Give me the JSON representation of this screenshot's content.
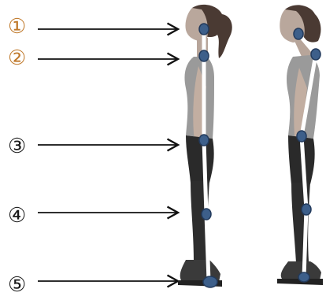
{
  "labels": [
    {
      "text": "①",
      "color": "#c07a2c"
    },
    {
      "text": "②",
      "color": "#c07a2c"
    },
    {
      "text": "③",
      "color": "#1a1a1a"
    },
    {
      "text": "④",
      "color": "#1a1a1a"
    },
    {
      "text": "⑤",
      "color": "#1a1a1a"
    }
  ],
  "colors": {
    "arrow": "#111111",
    "marker_fill": "#3d5f8a",
    "marker_ring": "#223a5c",
    "alignment_line": "#ffffff"
  },
  "figures": {
    "left": "standing-figure-aligned",
    "right": "standing-figure-forward-head"
  }
}
